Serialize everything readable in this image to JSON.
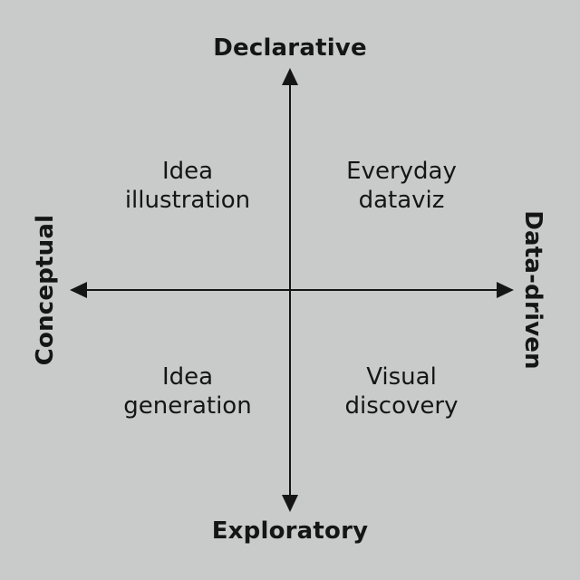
{
  "axes": {
    "top": "Declarative",
    "bottom": "Exploratory",
    "left": "Conceptual",
    "right": "Data-driven",
    "color": "#151515"
  },
  "quadrants": {
    "top_left": {
      "line1": "Idea",
      "line2": "illustration"
    },
    "top_right": {
      "line1": "Everyday",
      "line2": "dataviz"
    },
    "bottom_left": {
      "line1": "Idea",
      "line2": "generation"
    },
    "bottom_right": {
      "line1": "Visual",
      "line2": "discovery"
    }
  },
  "background_color": "#c9cbcb"
}
